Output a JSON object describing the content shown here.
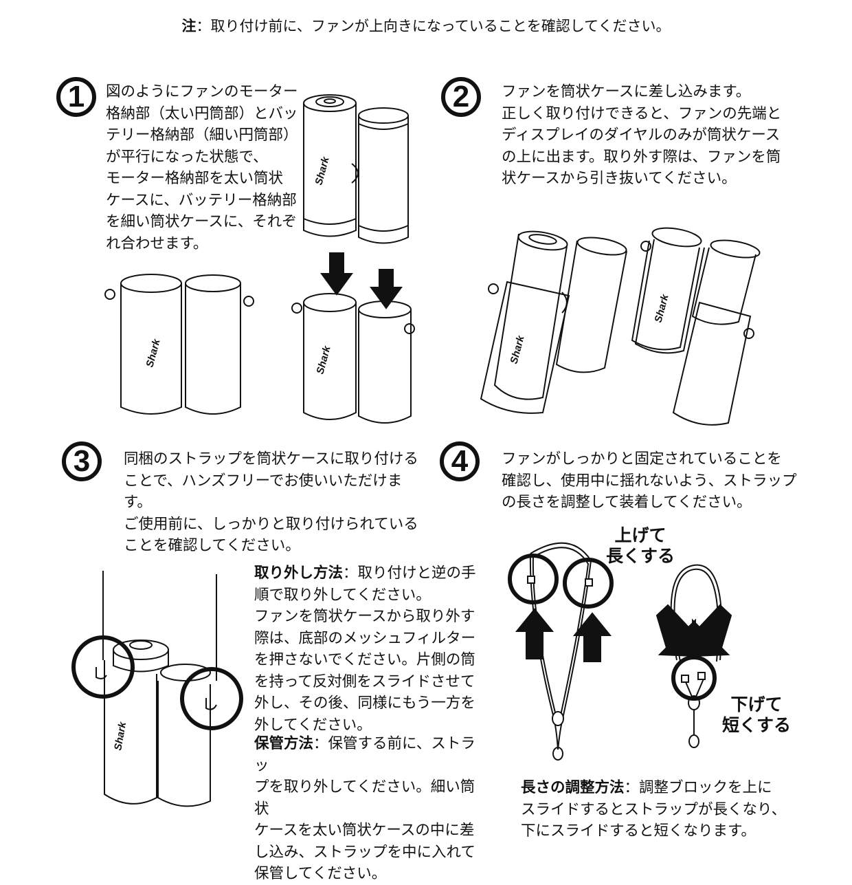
{
  "note": {
    "prefix": "注",
    "text": "：取り付け前に、ファンが上向きになっていることを確認してください。"
  },
  "brand": "Shark",
  "steps": [
    {
      "number": "1",
      "text": "図のようにファンのモーター\n格納部（太い円筒部）とバッ\nテリー格納部（細い円筒部）\nが平行になった状態で、\nモーター格納部を太い筒状\nケースに、バッテリー格納部\nを細い筒状ケースに、それぞ\nれ合わせます。"
    },
    {
      "number": "2",
      "text": "ファンを筒状ケースに差し込みます。\n正しく取り付けできると、ファンの先端と\nディスプレイのダイヤルのみが筒状ケース\nの上に出ます。取り外す際は、ファンを筒\n状ケースから引き抜いてください。"
    },
    {
      "number": "3",
      "text": "同梱のストラップを筒状ケースに取り付ける\nことで、ハンズフリーでお使いいただけます。\nご使用前に、しっかりと取り付けられている\nことを確認してください。"
    },
    {
      "number": "4",
      "text": "ファンがしっかりと固定されていることを\n確認し、使用中に揺れないよう、ストラップ\nの長さを調整して装着してください。"
    }
  ],
  "removal": {
    "title": "取り外し方法",
    "text": "：取り付けと逆の手\n順で取り外してください。\nファンを筒状ケースから取り外す\n際は、底部のメッシュフィルター\nを押さないでください。片側の筒\nを持って反対側をスライドさせて\n外し、その後、同様にもう一方を\n外してください。"
  },
  "storage": {
    "title": "保管方法",
    "text": "：保管する前に、ストラッ\nプを取り外してください。細い筒状\nケースを太い筒状ケースの中に差\nし込み、ストラップを中に入れて\n保管してください。"
  },
  "adjust": {
    "title": "長さの調整方法",
    "text": "：調整ブロックを上に\nスライドするとストラップが長くなり、\n下にスライドすると短くなります。",
    "up_label": "上げて\n長くする",
    "down_label": "下げて\n短くする"
  }
}
